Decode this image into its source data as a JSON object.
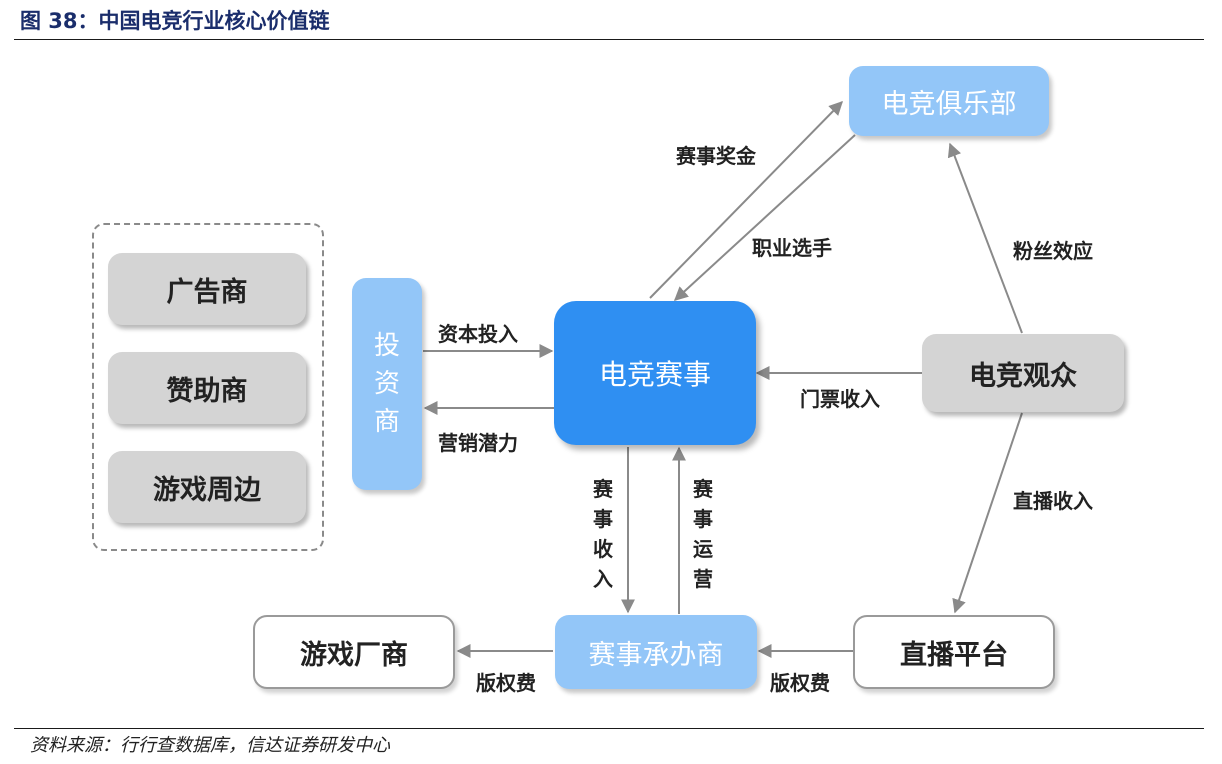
{
  "figure": {
    "title": "图 38：中国电竞行业核心价值链",
    "source": "资料来源：行行查数据库，信达证券研发中心"
  },
  "nodes": {
    "club": "电竞俱乐部",
    "investor": "投资商",
    "event": "电竞赛事",
    "audience": "电竞观众",
    "organizer": "赛事承办商",
    "game_dev": "游戏厂商",
    "streaming": "直播平台",
    "advertiser": "广告商",
    "sponsor": "赞助商",
    "merch": "游戏周边"
  },
  "edges": {
    "prize": "赛事奖金",
    "players": "职业选手",
    "fan_effect": "粉丝效应",
    "capital_in": "资本投入",
    "marketing": "营销潜力",
    "ticket": "门票收入",
    "event_income": "赛事收入",
    "event_ops": "赛事运营",
    "live_income": "直播收入",
    "license_game": "版权费",
    "license_stream": "版权费"
  },
  "colors": {
    "title": "#1a2d6b",
    "dark_blue": "#2f8ff2",
    "light_blue": "#93c6f8",
    "gray": "#d4d4d4",
    "arrow": "#8a8a8a"
  }
}
